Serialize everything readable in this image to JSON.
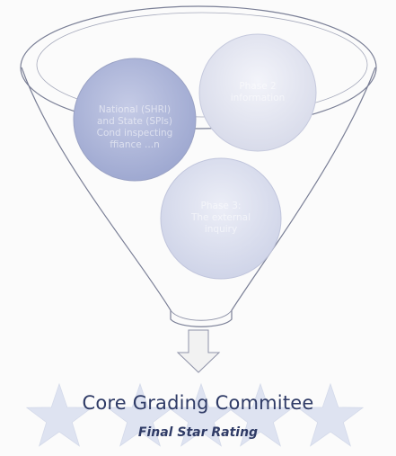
{
  "diagram": {
    "circles": [
      {
        "id": "circle-national-state",
        "lines": [
          "National (SHRI)",
          "and State (SPIs)",
          "Cond inspecting",
          "ffiance ...n"
        ]
      },
      {
        "id": "circle-phase-2",
        "lines": [
          "Phase 2",
          "information"
        ]
      },
      {
        "id": "circle-phase-3",
        "lines": [
          "Phase 3:",
          "The external",
          "inquiry"
        ]
      }
    ],
    "stars_count": 5,
    "colors": {
      "funnel_stroke": "#7a7f96",
      "circle_fill": "#d9dced",
      "circle_fill_left": "#b7bfdc",
      "arrow_fill": "#f2f2f2",
      "star_fill": "#c8d1ea",
      "title_color": "#2f3b66"
    }
  },
  "footer": {
    "title": "Core Grading Commitee",
    "subtitle": "Final Star Rating"
  }
}
